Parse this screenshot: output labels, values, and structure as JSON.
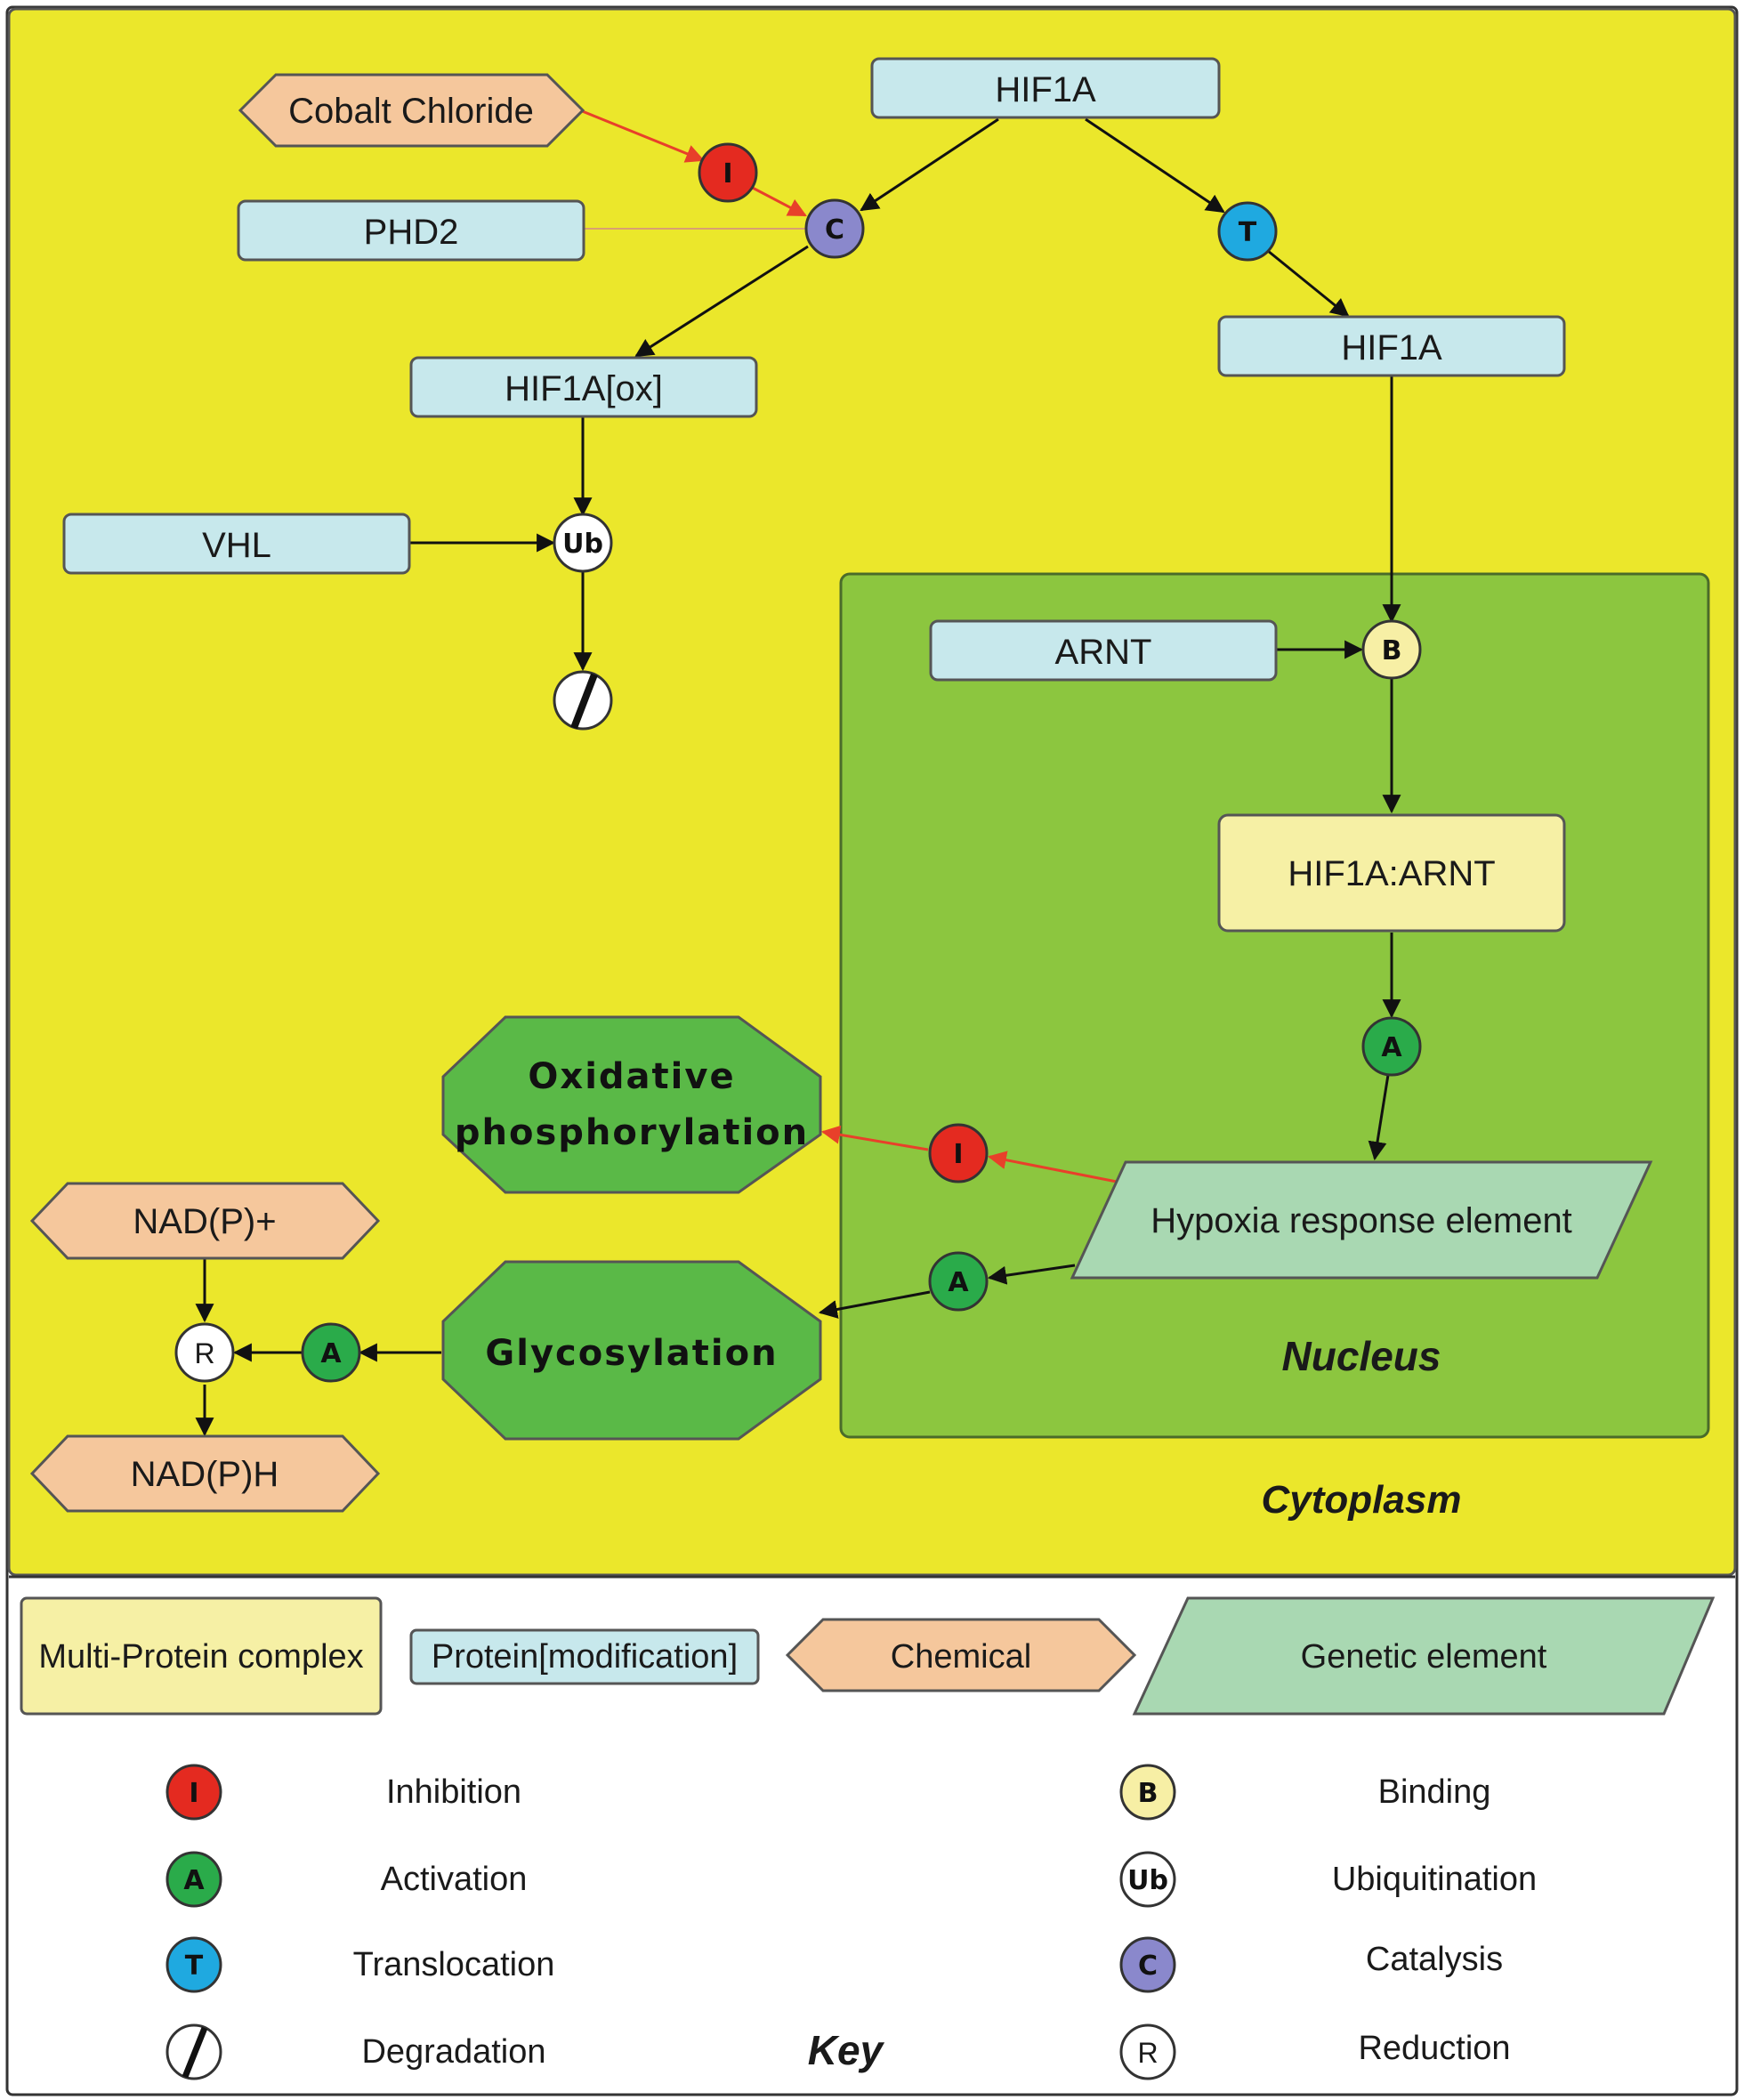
{
  "regions": {
    "cytoplasm": "Cytoplasm",
    "nucleus": "Nucleus",
    "key": "Key"
  },
  "nodes": {
    "cobalt_chloride": "Cobalt Chloride",
    "hif1a_top": "HIF1A",
    "phd2": "PHD2",
    "hif1a_right": "HIF1A",
    "hif1a_ox": "HIF1A[ox]",
    "vhl": "VHL",
    "arnt": "ARNT",
    "hif1a_arnt": "HIF1A:ARNT",
    "oxidative_line1": "Oxidative",
    "oxidative_line2": "phosphorylation",
    "hre": "Hypoxia response element",
    "glycosylation": "Glycosylation",
    "nadp_plus": "NAD(P)+",
    "nadph": "NAD(P)H"
  },
  "process_letters": {
    "inhibition": "I",
    "activation": "A",
    "translocation": "T",
    "catalysis": "C",
    "binding": "B",
    "ubiquitination": "Ub",
    "reduction": "R"
  },
  "legend_shapes": {
    "multi_protein": "Multi-Protein complex",
    "protein": "Protein[modification]",
    "chemical": "Chemical",
    "genetic": "Genetic element"
  },
  "legend_items": {
    "inhibition": "Inhibition",
    "activation": "Activation",
    "translocation": "Translocation",
    "degradation": "Degradation",
    "binding": "Binding",
    "ubiquitination": "Ubiquitination",
    "catalysis": "Catalysis",
    "reduction": "Reduction"
  },
  "colors": {
    "cytoplasm": "#ebe72b",
    "nucleus": "#8cc63f",
    "protein": "#c7e8ec",
    "complex": "#f6f0a5",
    "chemical": "#f5c79c",
    "genetic": "#a9d8b2",
    "octagon": "#5ab947",
    "inhibition": "#e42a20",
    "activation": "#2aab4a",
    "translocation": "#1fa9e0",
    "catalysis": "#8a88cc",
    "binding": "#f7efa5",
    "inhibition_arrow": "#e8402a"
  }
}
